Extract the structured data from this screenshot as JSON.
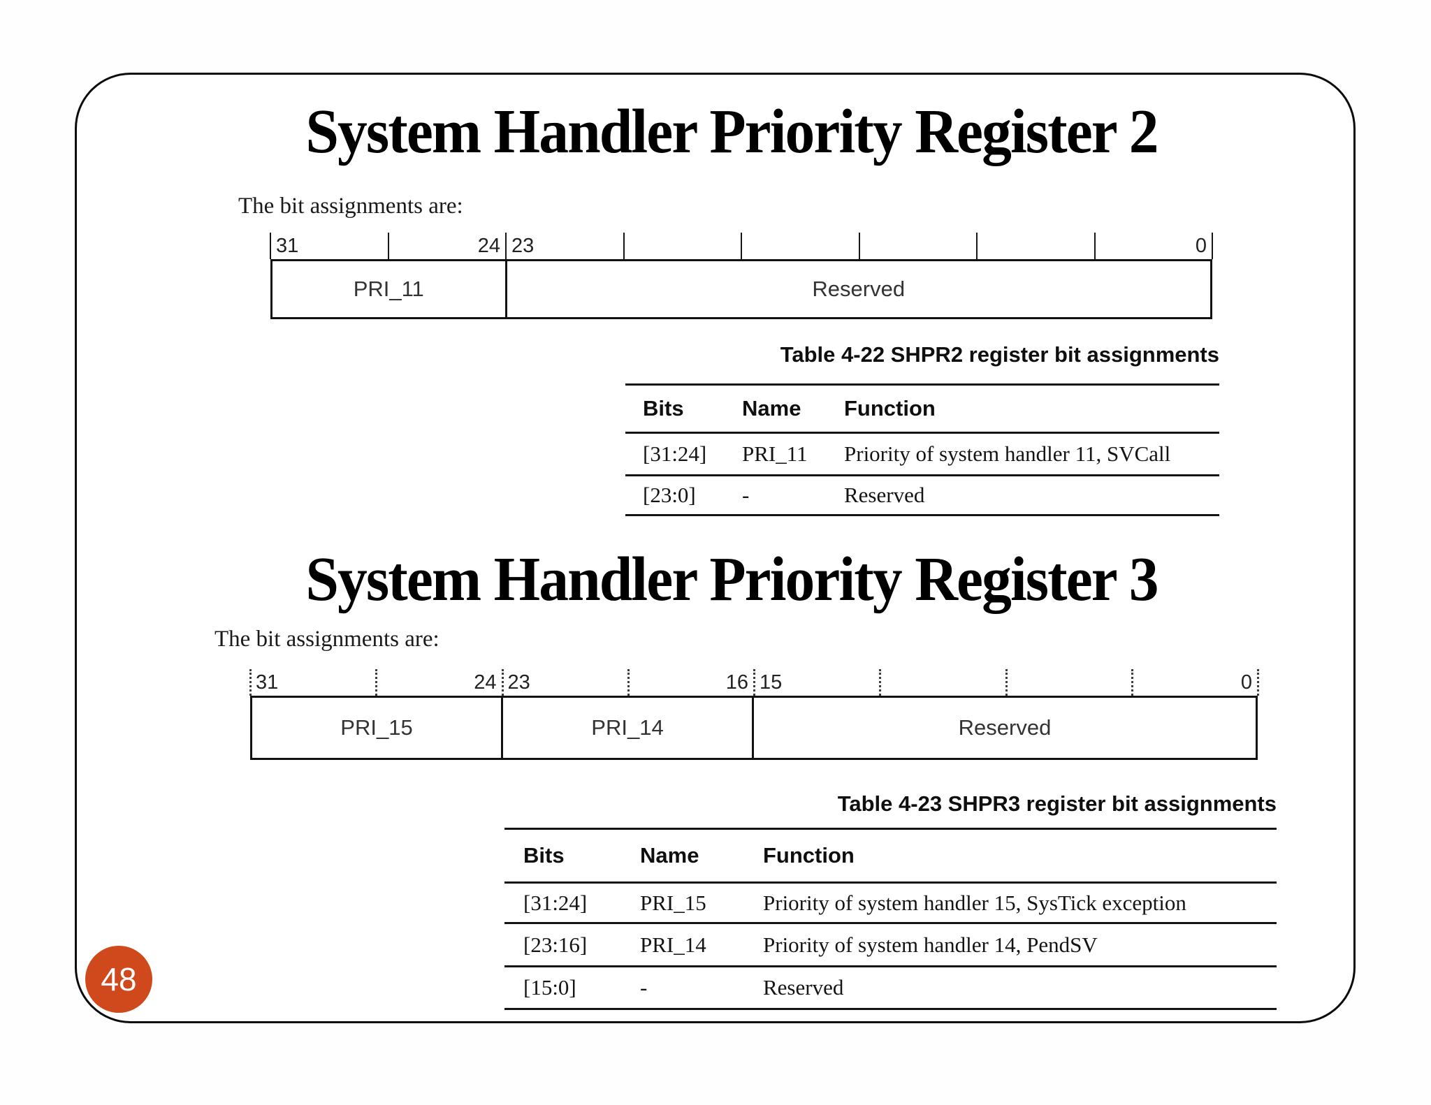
{
  "slide": {
    "page_number": "48",
    "accent_color": "#d0491d"
  },
  "section1": {
    "title": "System Handler Priority Register 2",
    "intro": "The bit assignments are:",
    "register_diagram": {
      "tick_labels": [
        "31",
        "24",
        "23",
        "0"
      ],
      "fields": [
        {
          "label": "PRI_11"
        },
        {
          "label": "Reserved"
        }
      ]
    },
    "table": {
      "title": "Table 4-22 SHPR2 register bit assignments",
      "headers": [
        "Bits",
        "Name",
        "Function"
      ],
      "rows": [
        [
          "[31:24]",
          "PRI_11",
          "Priority of system handler 11, SVCall"
        ],
        [
          "[23:0]",
          "-",
          "Reserved"
        ]
      ]
    }
  },
  "section2": {
    "title": "System Handler Priority Register 3",
    "intro": "The bit assignments are:",
    "register_diagram": {
      "tick_labels": [
        "31",
        "24",
        "23",
        "16",
        "15",
        "0"
      ],
      "fields": [
        {
          "label": "PRI_15"
        },
        {
          "label": "PRI_14"
        },
        {
          "label": "Reserved"
        }
      ]
    },
    "table": {
      "title": "Table 4-23 SHPR3 register bit assignments",
      "headers": [
        "Bits",
        "Name",
        "Function"
      ],
      "rows": [
        [
          "[31:24]",
          "PRI_15",
          "Priority of system handler 15, SysTick exception"
        ],
        [
          "[23:16]",
          "PRI_14",
          "Priority of system handler 14, PendSV"
        ],
        [
          "[15:0]",
          "-",
          "Reserved"
        ]
      ]
    }
  }
}
